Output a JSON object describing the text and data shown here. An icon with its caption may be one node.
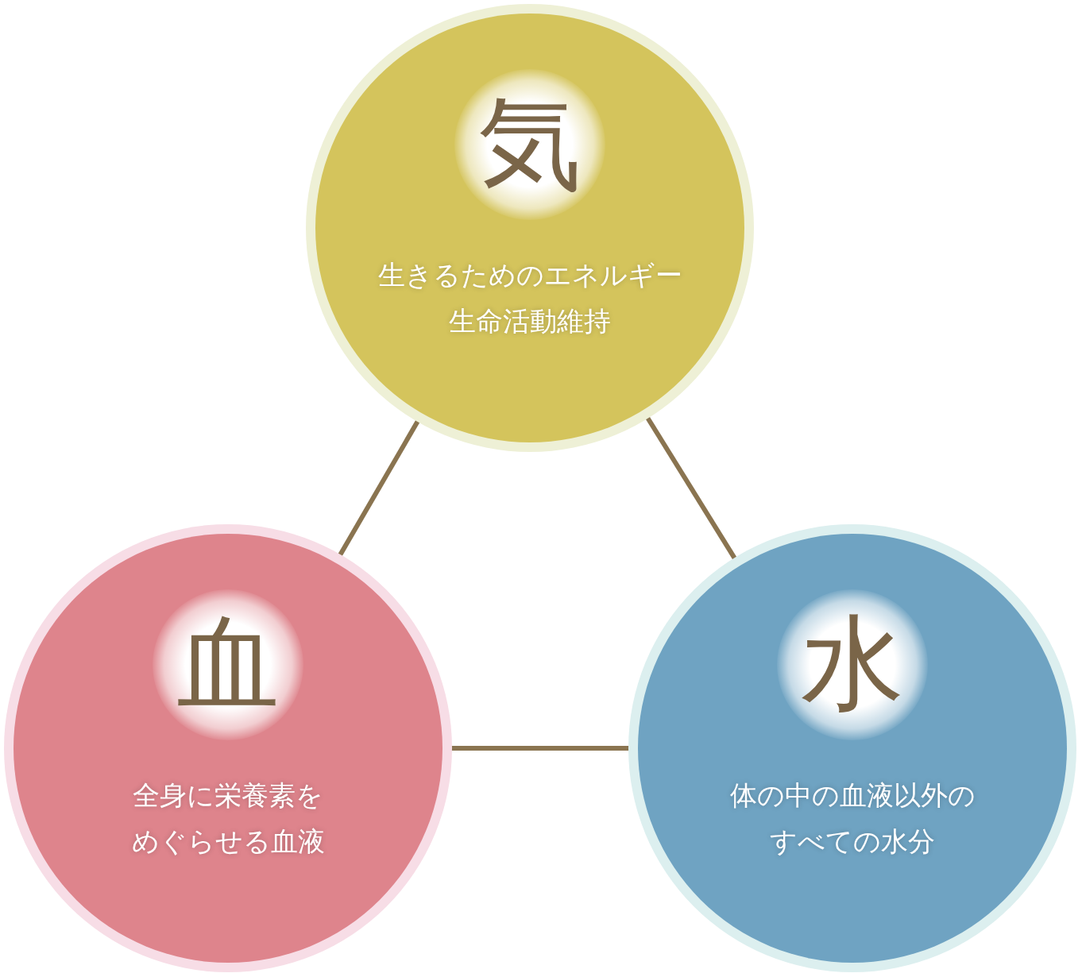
{
  "diagram": {
    "nodes": [
      {
        "text": [
          "気",
          "生きるためのエネルギー",
          "生命活動維持"
        ]
      },
      {
        "text": [
          "血",
          "全身に栄養素をめぐらせる血液"
        ]
      },
      {
        "text": [
          "水",
          "体の中の血液以外のすべての水分"
        ]
      }
    ],
    "edges": [
      {
        "from": 0,
        "to": 1,
        "arrow": "none"
      },
      {
        "from": 0,
        "to": 2,
        "arrow": "none"
      },
      {
        "from": 1,
        "to": 2,
        "arrow": "none"
      }
    ]
  }
}
